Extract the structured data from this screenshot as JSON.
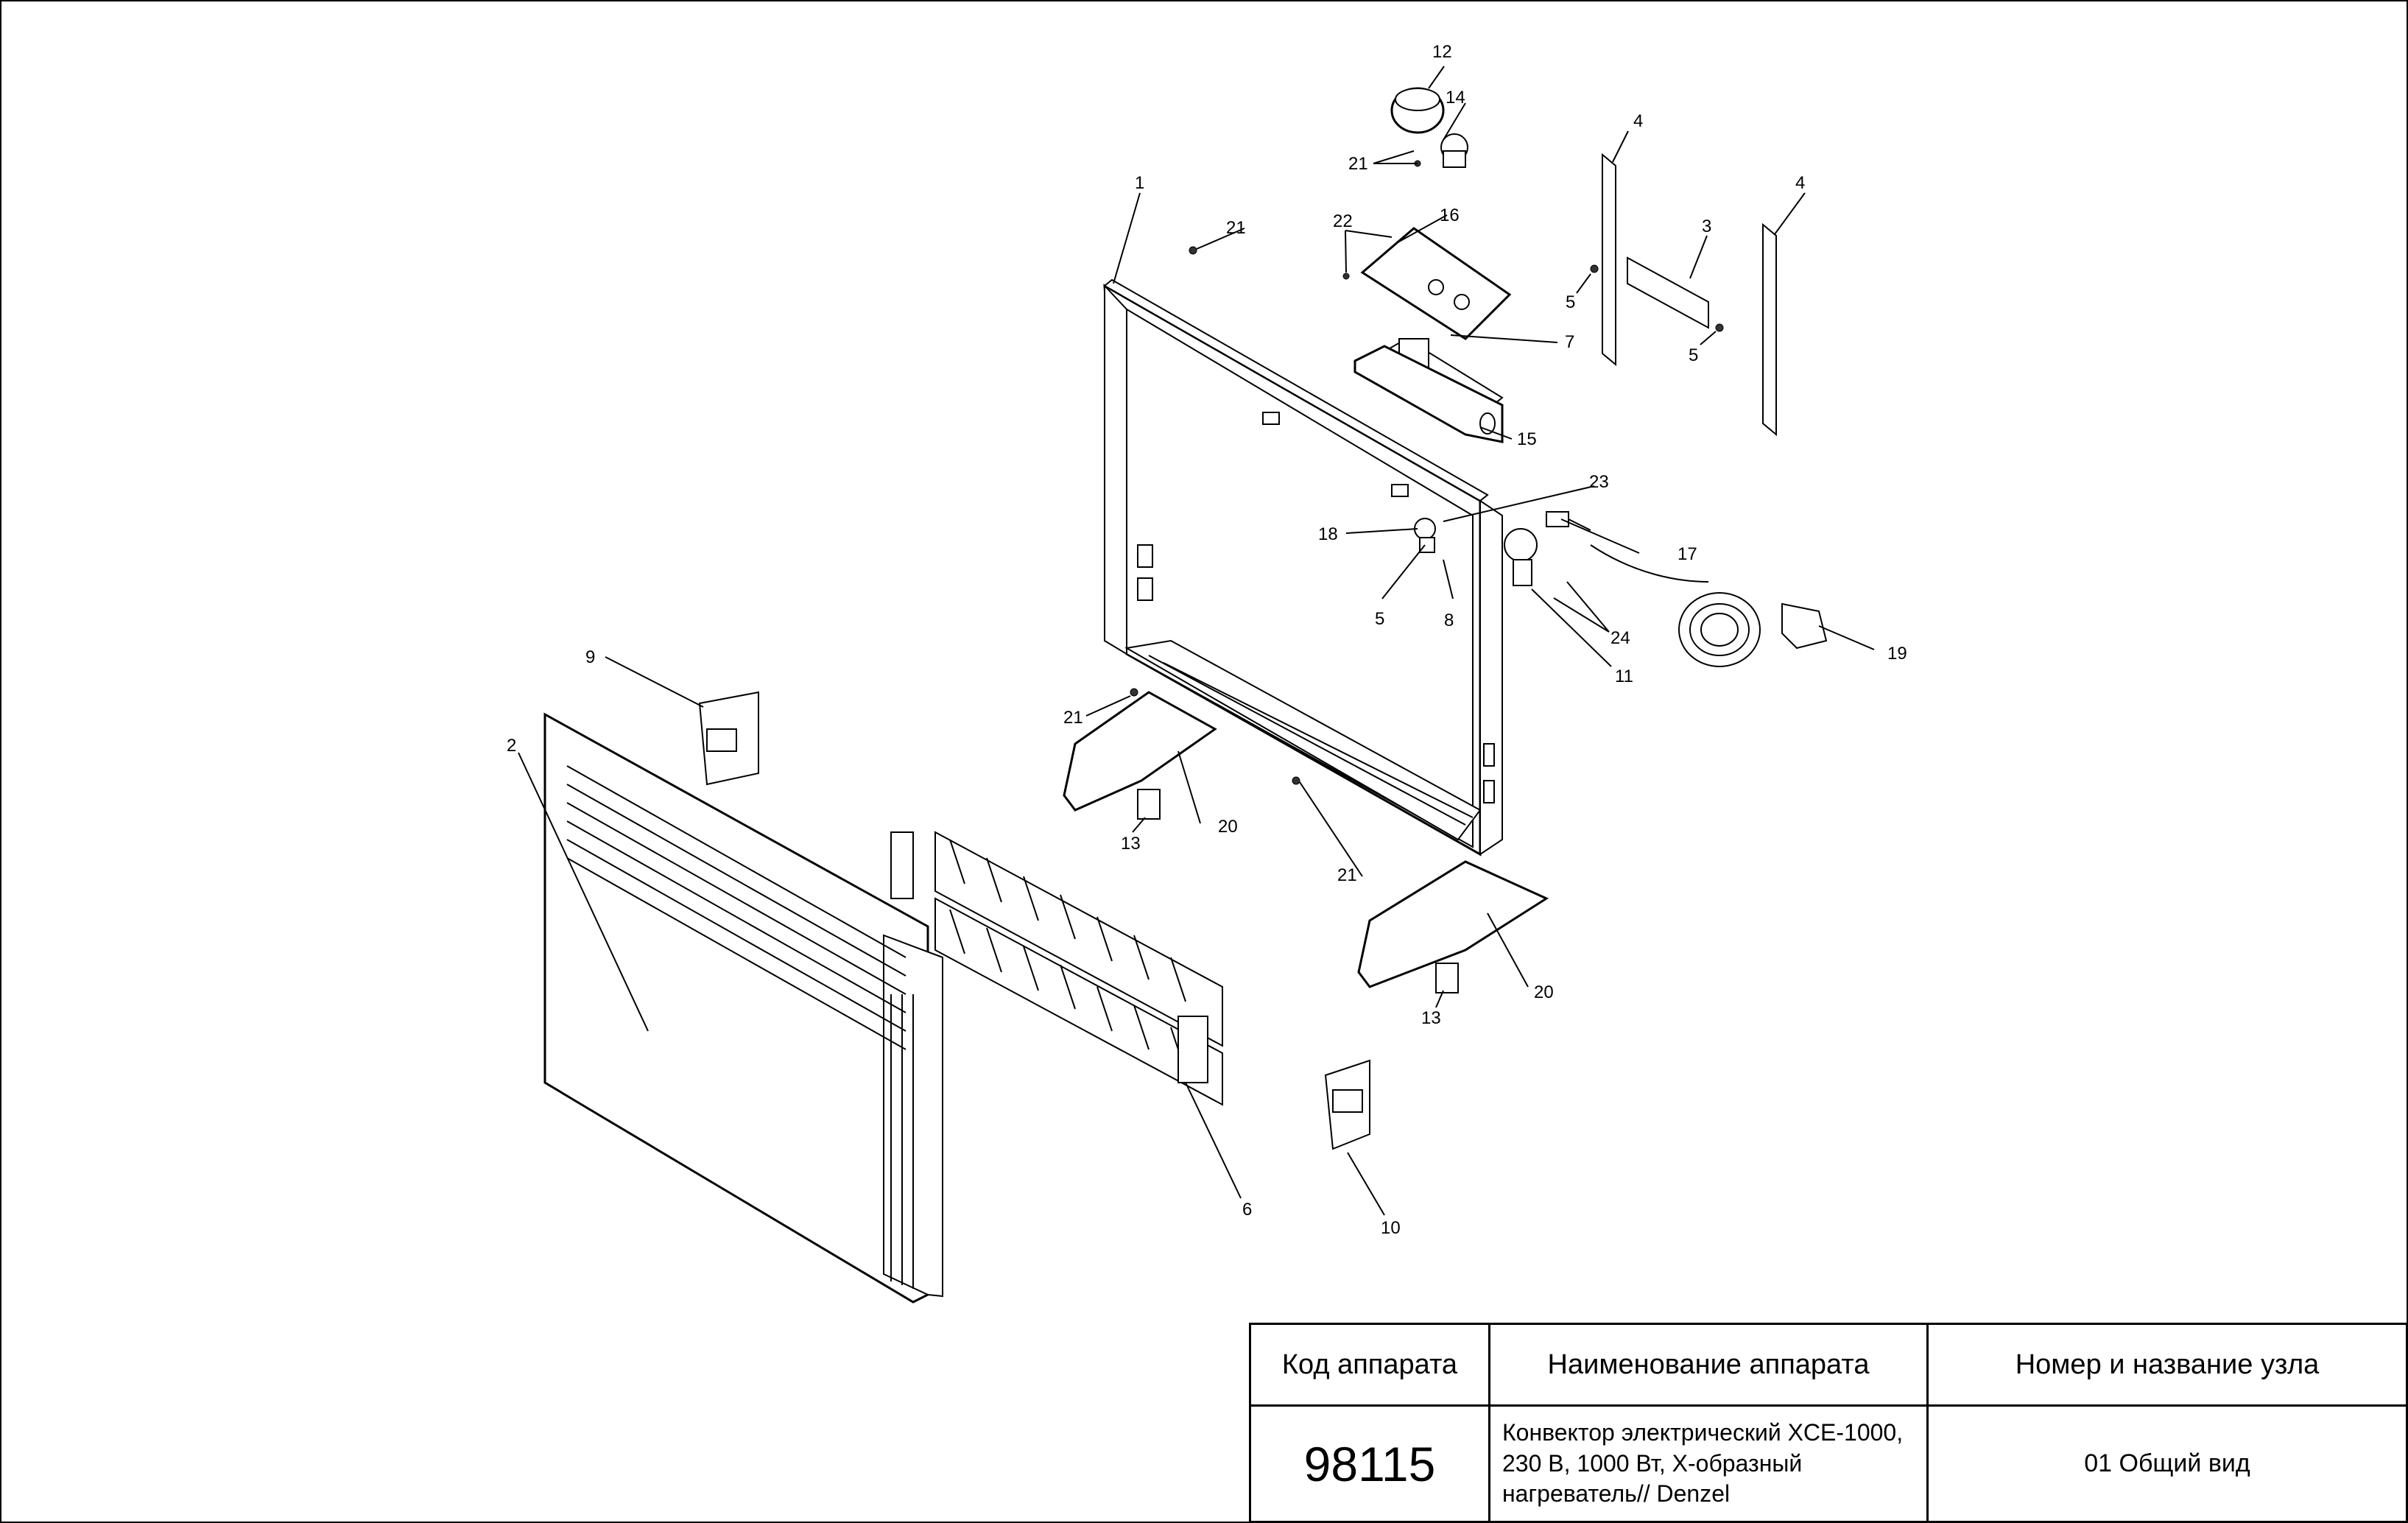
{
  "callouts": {
    "c1": "1",
    "c2": "2",
    "c3": "3",
    "c4a": "4",
    "c4b": "4",
    "c5a": "5",
    "c5b": "5",
    "c5c": "5",
    "c6": "6",
    "c7": "7",
    "c8": "8",
    "c9": "9",
    "c10": "10",
    "c11": "11",
    "c12": "12",
    "c13a": "13",
    "c13b": "13",
    "c14": "14",
    "c15": "15",
    "c16": "16",
    "c17": "17",
    "c18": "18",
    "c19": "19",
    "c20a": "20",
    "c20b": "20",
    "c21a": "21",
    "c21b": "21",
    "c21c": "21",
    "c21d": "21",
    "c22": "22",
    "c23": "23",
    "c24": "24"
  },
  "title_block": {
    "header_code": "Код аппарата",
    "header_name": "Наименование аппарата",
    "header_node": "Номер и название узла",
    "code": "98115",
    "name": "Конвектор электрический XCE-1000, 230 В, 1000 Вт, X-образный нагреватель// Denzel",
    "node": "01 Общий вид"
  }
}
